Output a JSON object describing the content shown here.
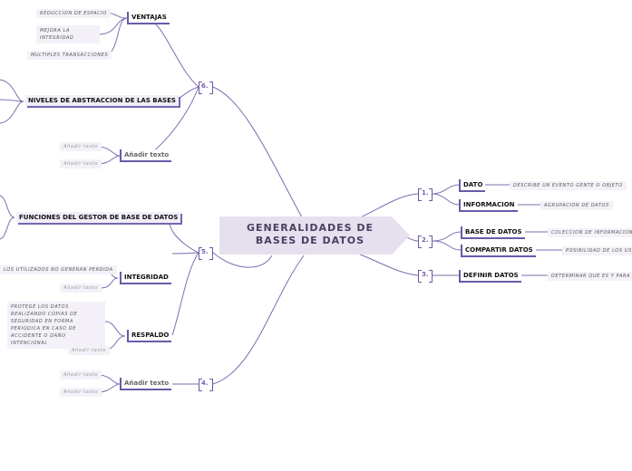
{
  "central": {
    "line1": "GENERALIDADES DE",
    "line2": "BASES DE DATOS"
  },
  "branches": {
    "b1": {
      "number": "1.",
      "children": [
        {
          "label": "DATO",
          "leaf": "DESCRIBE UN EVENTO GENTE O OBJETO"
        },
        {
          "label": "INFORMACION",
          "leaf": "AGRUPACION DE DATOS"
        }
      ]
    },
    "b2": {
      "number": "2.",
      "children": [
        {
          "label": "BASE DE DATOS",
          "leaf": "COLECCION DE INFORMACION"
        },
        {
          "label": "COMPARTIR DATOS",
          "leaf": "POSIBILIDAD DE LOS USUARIOS"
        }
      ]
    },
    "b3": {
      "number": "3.",
      "children": [
        {
          "label": "DEFINIR DATOS",
          "leaf": "DETERMINAR QUE ES Y PARA QUE"
        }
      ]
    },
    "b4": {
      "number": "4.",
      "children": [
        {
          "label": "Añadir texto",
          "leaves": [
            "Añadir texto",
            "Añadir texto"
          ]
        }
      ]
    },
    "b5": {
      "number": "5.",
      "children": [
        {
          "label": "FUNCIONES DEL GESTOR DE BASE DE DATOS"
        },
        {
          "label": "INTEGRIDAD",
          "leaves": [
            "LOS UTILIZADOS NO GENERAN PERDIDA",
            "Añadir texto"
          ]
        },
        {
          "label": "RESPALDO",
          "leaves": [
            "PROTEGE LOS DATOS REALIZANDO COPIAS DE SEGURIDAD EN FORMA PERIODICA EN CASO DE ACCIDENTE O DAÑO INTENCIONAL",
            "Añadir texto"
          ]
        }
      ]
    },
    "b6": {
      "number": "6.",
      "children": [
        {
          "label": "VENTAJAS",
          "leaves": [
            "REDUCCION DE ESPACIO",
            "MEJORA LA INTEGRIDAD",
            "MULTIPLES TRANSACCIONES"
          ]
        },
        {
          "label": "NIVELES DE ABSTRACCION DE LAS BASES"
        },
        {
          "label": "Añadir texto",
          "leaves": [
            "Añadir texto",
            "Añadir texto"
          ]
        }
      ]
    }
  },
  "colors": {
    "line": "#6b5aa8",
    "central_fill": "#e6e0ee",
    "central_text": "#4a4060",
    "number": "#7a5ab0"
  }
}
